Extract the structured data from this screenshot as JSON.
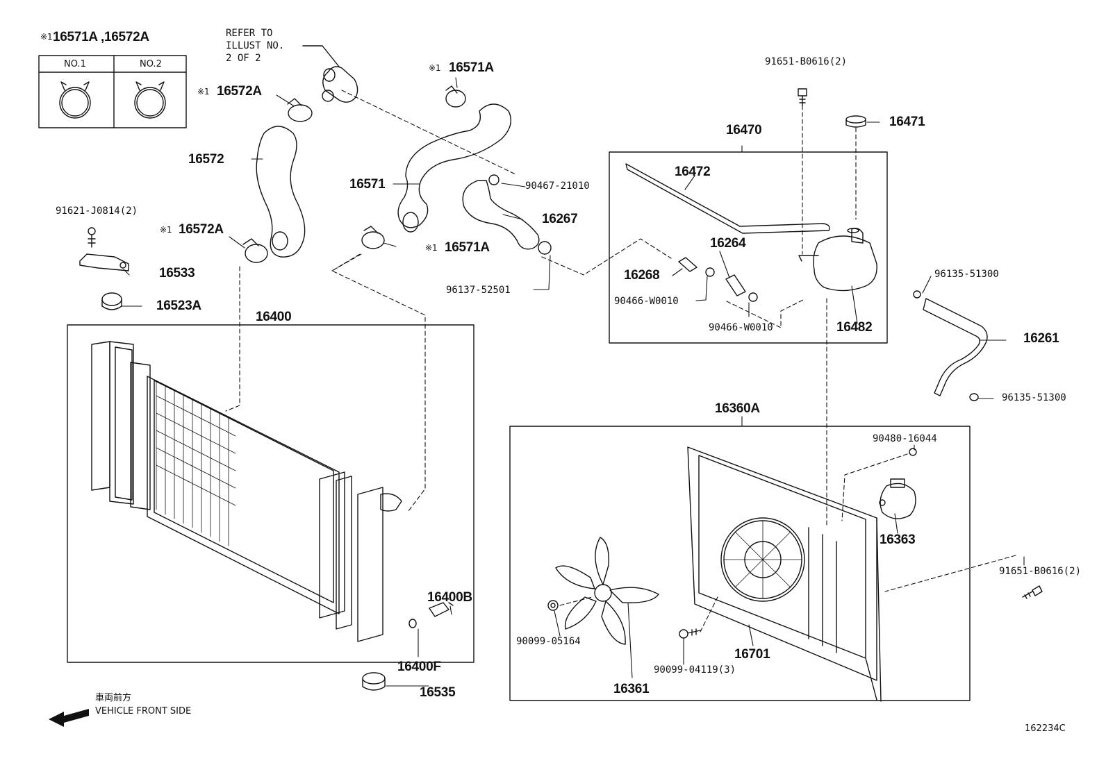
{
  "mark": "※1",
  "labels": {
    "clamp_header": "16571A ,16572A",
    "no1": "NO.1",
    "no2": "NO.2",
    "refer1": "REFER TO",
    "refer2": "ILLUST NO.",
    "refer3": "2 OF 2",
    "p16572A_top": "16572A",
    "p16572A_bot": "16572A",
    "p16571A_top": "16571A",
    "p16571A_mid": "16571A",
    "p16572": "16572",
    "p16571": "16571",
    "p90467": "90467-21010",
    "p16267": "16267",
    "p96137": "96137-52501",
    "p91621": "91621-J0814(2)",
    "p16533": "16533",
    "p16523A": "16523A",
    "p16400": "16400",
    "p16400B": "16400B",
    "p16400F": "16400F",
    "p16535": "16535",
    "p91651_top": "91651-B0616(2)",
    "p16471": "16471",
    "p16470": "16470",
    "p16472": "16472",
    "p16264": "16264",
    "p16268": "16268",
    "p90466a": "90466-W0010",
    "p90466b": "90466-W0010",
    "p16482": "16482",
    "p96135a": "96135-51300",
    "p16261": "16261",
    "p96135b": "96135-51300",
    "p16360A": "16360A",
    "p90480": "90480-16044",
    "p16363": "16363",
    "p91651_bot": "91651-B0616(2)",
    "p90099a": "90099-05164",
    "p16361": "16361",
    "p90099b": "90099-04119(3)",
    "p16701": "16701",
    "front_jp": "車両前方",
    "front_en": "VEHICLE FRONT SIDE",
    "diagram_id": "162234C"
  }
}
